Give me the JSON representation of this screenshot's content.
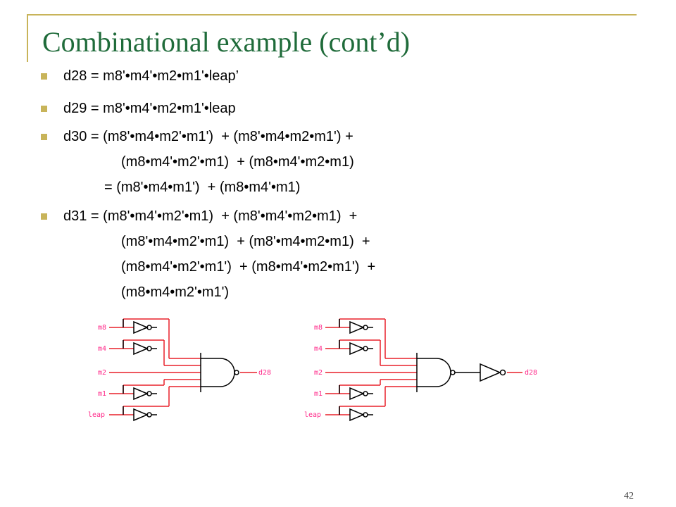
{
  "slide": {
    "title": "Combinational example (cont’d)",
    "page_number": "42"
  },
  "bullets": [
    {
      "lines": [
        "d28 = m8'•m4'•m2•m1'•leap’"
      ]
    },
    {
      "lines": [
        "d29 = m8'•m4'•m2•m1'•leap"
      ]
    },
    {
      "lines": [
        "d30 = (m8'•m4•m2'•m1')  + (m8'•m4•m2•m1') +",
        "(m8•m4'•m2'•m1)  + (m8•m4'•m2•m1)",
        "= (m8'•m4•m1')  + (m8•m4'•m1)"
      ]
    },
    {
      "lines": [
        "d31 = (m8'•m4'•m2'•m1)  + (m8'•m4'•m2•m1)  +",
        "(m8'•m4•m2'•m1)  + (m8'•m4•m2•m1)  +",
        "(m8•m4'•m2'•m1')  + (m8•m4'•m2•m1')  +",
        "(m8•m4•m2'•m1')"
      ]
    }
  ],
  "circuits": [
    {
      "inputs": [
        "m8",
        "m4",
        "m2",
        "m1",
        "leap"
      ],
      "output": "d28"
    },
    {
      "inputs": [
        "m8",
        "m4",
        "m2",
        "m1",
        "leap"
      ],
      "output": "d28"
    }
  ],
  "colors": {
    "title": "#1f6b3a",
    "accent": "#c8b45a",
    "wire_red": "#e8202a",
    "signal_label": "#ff2a8a"
  }
}
